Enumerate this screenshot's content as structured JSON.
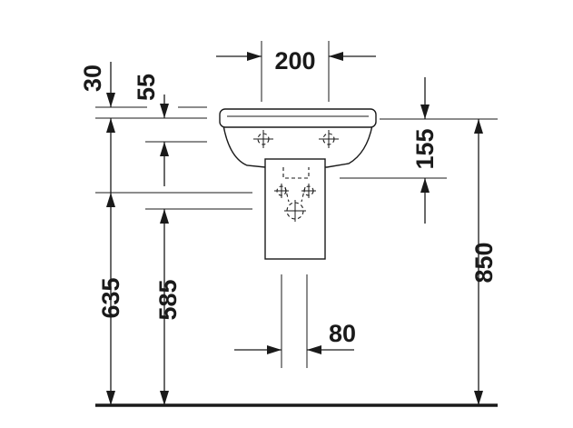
{
  "dimensions": {
    "top_width": "200",
    "rim_thickness": "30",
    "rim_to_tap_hole": "55",
    "rim_to_outlet": "155",
    "rim_height": "850",
    "outlet_height": "635",
    "waste_height": "585",
    "waste_width": "80"
  }
}
